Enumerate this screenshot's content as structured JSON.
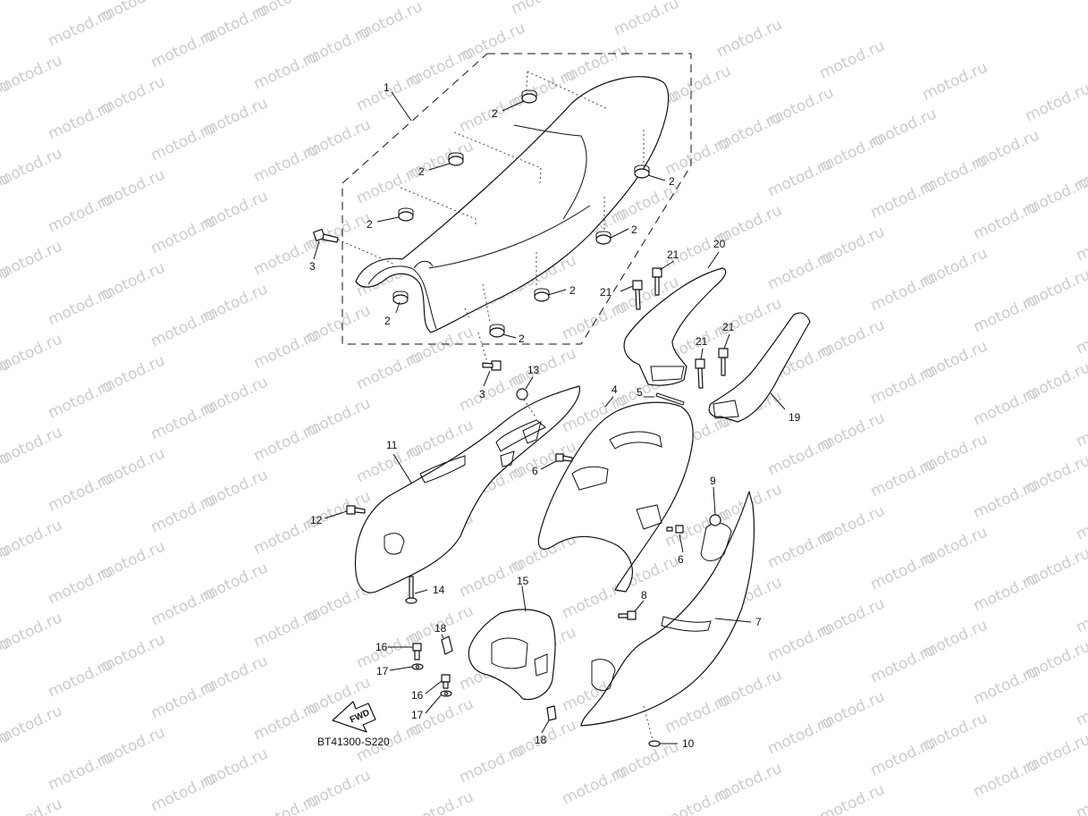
{
  "diagram": {
    "watermark": "motod.ru",
    "code": "BT41300-S220",
    "direction": "FWD",
    "callouts": [
      "1",
      "2",
      "2",
      "2",
      "2",
      "2",
      "2",
      "2",
      "2",
      "3",
      "3",
      "4",
      "5",
      "6",
      "6",
      "7",
      "8",
      "9",
      "10",
      "11",
      "12",
      "13",
      "14",
      "15",
      "16",
      "16",
      "17",
      "17",
      "18",
      "18",
      "19",
      "20",
      "21",
      "21",
      "21",
      "21"
    ]
  }
}
